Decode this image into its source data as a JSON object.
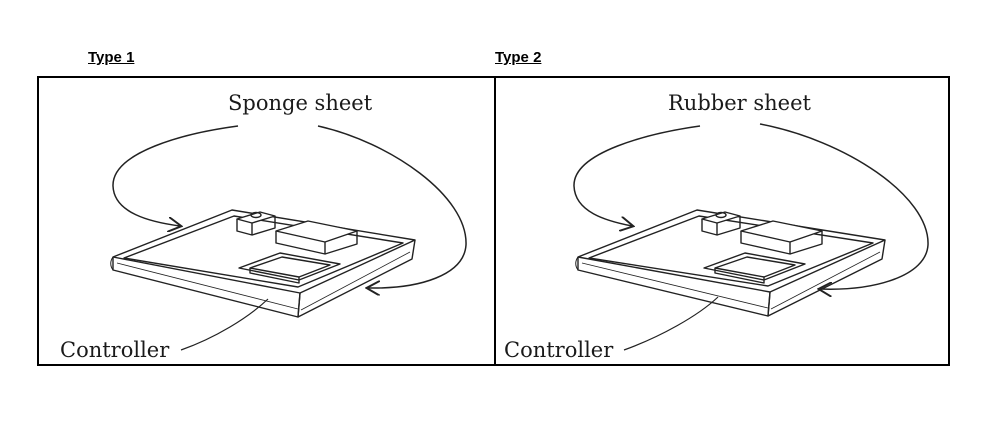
{
  "panels": [
    {
      "type_label": "Type 1",
      "sheet_label": "Sponge sheet",
      "controller_label": "Controller"
    },
    {
      "type_label": "Type 2",
      "sheet_label": "Rubber sheet",
      "controller_label": "Controller"
    }
  ]
}
